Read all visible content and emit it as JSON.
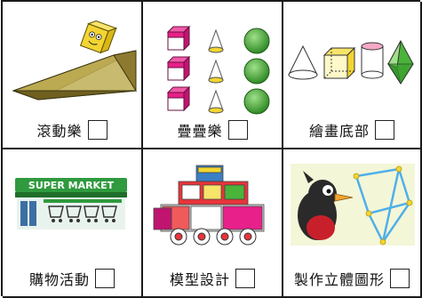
{
  "activities": [
    {
      "label": "滾動樂",
      "icon": "rolling-ramp-icon"
    },
    {
      "label": "疊疊樂",
      "icon": "stacking-shapes-icon"
    },
    {
      "label": "繪畫底部",
      "icon": "3d-shapes-bases-icon"
    },
    {
      "label": "購物活動",
      "icon": "supermarket-icon"
    },
    {
      "label": "模型設計",
      "icon": "box-model-robot-icon"
    },
    {
      "label": "製作立體圖形",
      "icon": "bird-frame-icon"
    }
  ],
  "supermarket_sign": "SUPER MARKET",
  "colors": {
    "ramp": "#b9a44a",
    "cube_yellow": "#f2d531",
    "prism_magenta": "#e8208a",
    "sphere_green": "#49b33a",
    "sign_green": "#2f9a3e",
    "bird_red": "#c8202a",
    "frame_blue": "#4fb0e8"
  }
}
